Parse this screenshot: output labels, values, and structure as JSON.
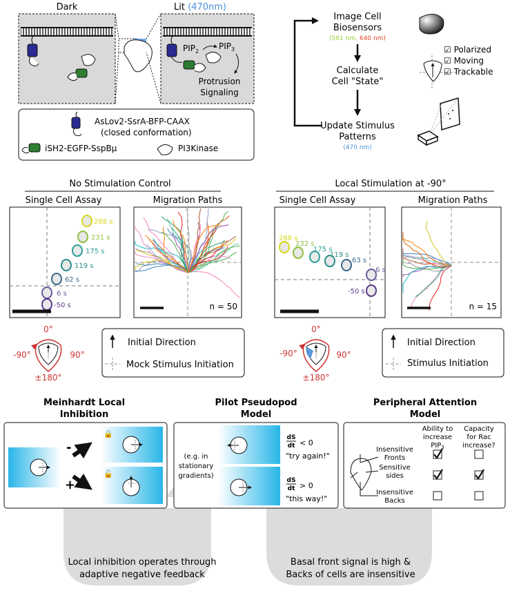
{
  "colors": {
    "blue_light": "#4a90d9",
    "green_561": "#9acd32",
    "red_640": "#e0442b",
    "red_angle": "#cc3333",
    "yellow": "#d8d820",
    "teal": "#2aa198",
    "purple": "#5a3a8a",
    "cyan": "#29b6e8",
    "panel_grey": "#d9d9d9",
    "arrow_grey": "#dcdcdc"
  },
  "top_left": {
    "dark_label": "Dark",
    "lit_label": "Lit",
    "lit_wavelength": "(470nm)",
    "pip2": "PIP",
    "pip2_sub": "2",
    "pip3": "PIP",
    "pip3_sub": "3",
    "protrusion": "Protrusion",
    "signaling": "Signaling",
    "legend": {
      "aslov_line1": "AsLov2-SsrA-BFP-CAAX",
      "aslov_line2": "(closed conformation)",
      "ish2": "iSH2-EGFP-SspBμ",
      "pi3k": "PI3Kinase"
    }
  },
  "top_right": {
    "step1_line1": "Image Cell",
    "step1_line2": "Biosensors",
    "step1_nm1": "(561 nm,",
    "step1_nm2": "640 nm)",
    "step2_line1": "Calculate",
    "step2_line2": "Cell \"State\"",
    "step3_line1": "Update Stimulus",
    "step3_line2": "Patterns",
    "step3_nm": "(470 nm)",
    "checks": [
      "Polarized",
      "Moving",
      "Trackable"
    ]
  },
  "middle": {
    "no_stim": {
      "title": "No Stimulation Control",
      "assay_title": "Single Cell Assay",
      "paths_title": "Migration Paths",
      "times": [
        "288 s",
        "231 s",
        "175 s",
        "119 s",
        "62 s",
        "6 s",
        "-50 s"
      ],
      "n_label": "n = 50",
      "angle_top": "0°",
      "angle_left": "-90°",
      "angle_right": "90°",
      "angle_bottom": "±180°",
      "legend_initial": "Initial Direction",
      "legend_stim": "Mock Stimulus Initiation"
    },
    "local_stim": {
      "title": "Local Stimulation at -90°",
      "assay_title": "Single Cell Assay",
      "paths_title": "Migration Paths",
      "times": [
        "288 s",
        "232 s",
        "175 s",
        "119 s",
        "63 s",
        "6 s",
        "-50 s"
      ],
      "n_label": "n = 15",
      "angle_top": "0°",
      "angle_left": "-90°",
      "angle_right": "90°",
      "angle_bottom": "±180°",
      "legend_initial": "Initial Direction",
      "legend_stim": "Stimulus Initiation"
    }
  },
  "bottom": {
    "model1_line1": "Meinhardt Local",
    "model1_line2": "Inhibition",
    "model2_line1": "Pilot Pseudopod",
    "model2_line2": "Model",
    "model3_line1": "Peripheral Attention",
    "model3_line2": "Model",
    "minus": "-",
    "plus": "+",
    "eg_line1": "(e.g. in",
    "eg_line2": "stationary",
    "eg_line3": "gradients)",
    "ds": "dS",
    "dt": "dt",
    "lt0": "< 0",
    "gt0": "> 0",
    "try_again": "\"try again!\"",
    "this_way": "\"this way!\"",
    "col1_line1": "Ability to",
    "col1_line2": "increase",
    "col1_line3": "PIP",
    "col1_sub": "3",
    "col2_line1": "Capacity",
    "col2_line2": "for Rac",
    "col2_line3": "increase?",
    "rows": [
      {
        "line1": "Insensitive",
        "line2": "Fronts",
        "pip3": true,
        "rac": false
      },
      {
        "line1": "Sensitive",
        "line2": "sides",
        "pip3": true,
        "rac": true
      },
      {
        "line1": "Insensitive",
        "line2": "Backs",
        "pip3": false,
        "rac": false
      }
    ],
    "caption1_line1": "Local inhibition operates through",
    "caption1_line2": "adaptive negative feedback",
    "caption2_line1": "Basal front signal is high &",
    "caption2_line2": "Backs of cells are insensitive"
  }
}
